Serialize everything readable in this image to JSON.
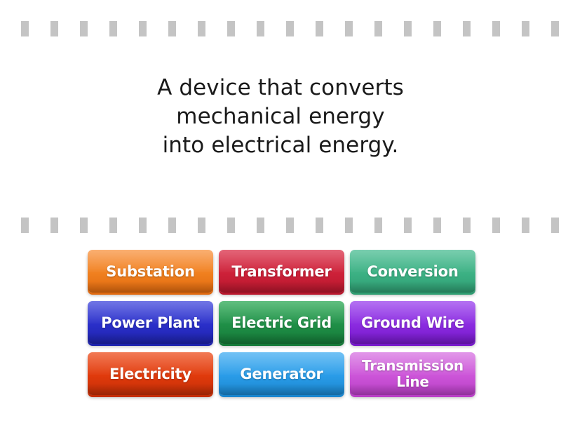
{
  "question": {
    "text": "A device that converts\nmechanical  energy\ninto electrical  energy."
  },
  "decoration": {
    "perforation_color": "#c4c4c4",
    "dash_count": 19,
    "dash_width": 11,
    "dash_height": 22,
    "dash_spacing": 42
  },
  "answers": {
    "rows": 3,
    "columns": 3,
    "tiles": [
      {
        "label": "Substation",
        "color": "#f0801f",
        "color_light": "#f9994a",
        "color_dark": "#e06a10"
      },
      {
        "label": "Transformer",
        "color": "#cd2139",
        "color_light": "#dc3a52",
        "color_dark": "#b8172d"
      },
      {
        "label": "Conversion",
        "color": "#3cb184",
        "color_light": "#54c098",
        "color_dark": "#2f9d72"
      },
      {
        "label": "Power Plant",
        "color": "#2a2fc9",
        "color_light": "#4a50de",
        "color_dark": "#1e23ad"
      },
      {
        "label": "Electric Grid",
        "color": "#1f8f47",
        "color_light": "#35ad5c",
        "color_dark": "#157a38"
      },
      {
        "label": "Ground Wire",
        "color": "#8b2be0",
        "color_light": "#9f4bee",
        "color_dark": "#7518c9"
      },
      {
        "label": "Electricity",
        "color": "#e03a0c",
        "color_light": "#ee5526",
        "color_dark": "#c42e06"
      },
      {
        "label": "Generator",
        "color": "#2a9ce8",
        "color_light": "#4bb1f2",
        "color_dark": "#1a86cf"
      },
      {
        "label": "Transmission Line",
        "color": "#cc55d8",
        "color_light": "#d97ae3",
        "color_dark": "#b93fc6",
        "two_line": true
      }
    ]
  }
}
